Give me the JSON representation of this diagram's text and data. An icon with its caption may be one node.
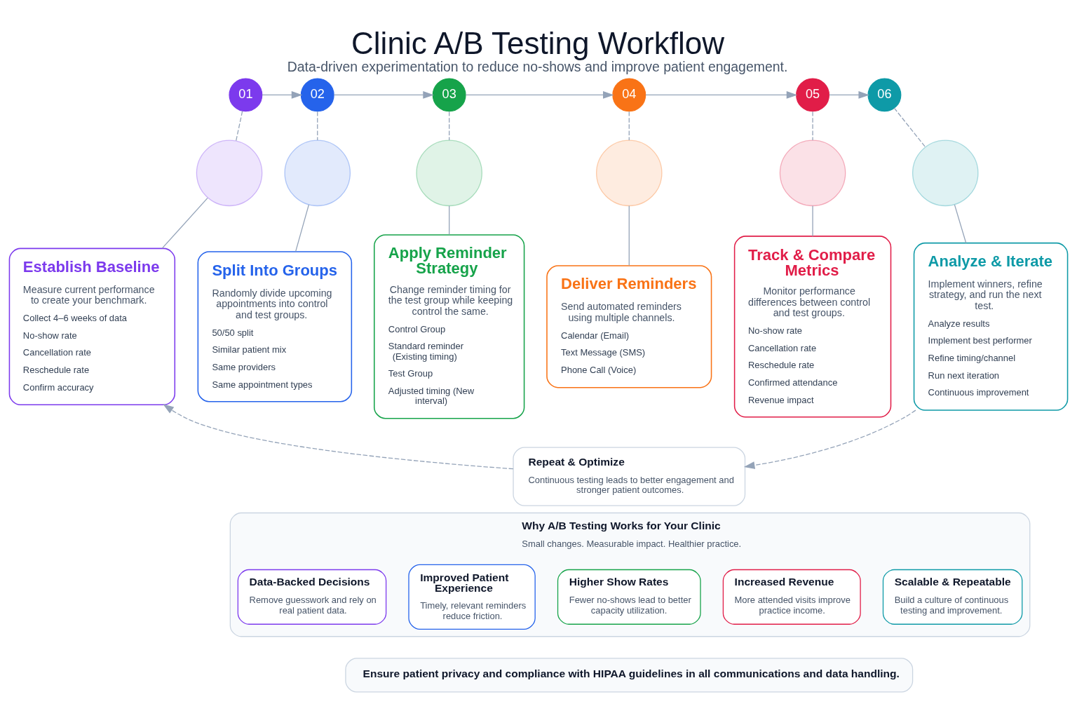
{
  "diagram": {
    "title": "Clinic A/B Testing Workflow",
    "caption": "Data-driven experimentation to reduce no-shows and improve patient engagement.",
    "nodes": [
      {
        "text": [
          "01"
        ]
      },
      {
        "text": [],
        "shape": "circle"
      },
      {
        "text": [
          "Establish Baseline",
          "Measure current performance to create your benchmark.",
          "Collect 4–6 weeks of data",
          "No-show rate",
          "Cancellation rate",
          "Reschedule rate",
          "Confirm accuracy"
        ]
      },
      {
        "text": [
          "02"
        ]
      },
      {
        "text": [],
        "shape": "circle"
      },
      {
        "text": [
          "Split Into Groups",
          "Randomly divide upcoming appointments into control and test groups.",
          "50/50 split",
          "Similar patient mix",
          "Same providers",
          "Same appointment types"
        ]
      },
      {
        "text": [
          "03"
        ]
      },
      {
        "text": [],
        "shape": "circle"
      },
      {
        "text": [
          "Apply Reminder Strategy",
          "Change reminder timing for the test group while keeping control the same.",
          "Control Group",
          "Standard reminder (Existing timing)",
          "Test Group",
          "Adjusted timing (New interval)"
        ]
      },
      {
        "text": [
          "04"
        ]
      },
      {
        "text": [],
        "shape": "circle"
      },
      {
        "text": [
          "Deliver Reminders",
          "Send automated reminders using multiple channels.",
          "Calendar (Email)",
          "Text Message (SMS)",
          "Phone Call (Voice)"
        ]
      },
      {
        "text": [
          "05"
        ]
      },
      {
        "text": [],
        "shape": "circle"
      },
      {
        "text": [
          "Track & Compare Metrics",
          "Monitor performance differences between control and test groups.",
          "No-show rate",
          "Cancellation rate",
          "Reschedule rate",
          "Confirmed attendance",
          "Revenue impact"
        ]
      },
      {
        "text": [
          "06"
        ]
      },
      {
        "text": [],
        "shape": "circle"
      },
      {
        "text": [
          "Analyze & Iterate",
          "Implement winners, refine strategy, and run the next test.",
          "Analyze results",
          "Implement best performer",
          "Refine timing/channel",
          "Run next iteration",
          "Continuous improvement"
        ]
      },
      {
        "text": [
          "Repeat & Optimize",
          "Continuous testing leads to better engagement and stronger patient outcomes."
        ]
      },
      {
        "text": [
          "Why A/B Testing Works for Your Clinic",
          "Small changes. Measurable impact. Healthier practice."
        ]
      },
      {
        "text": [
          "Data-Backed Decisions",
          "Remove guesswork and rely on real patient data."
        ],
        "in": 19
      },
      {
        "text": [
          "Improved Patient Experience",
          "Timely, relevant reminders reduce friction."
        ],
        "in": 19
      },
      {
        "text": [
          "Higher Show Rates",
          "Fewer no-shows lead to better capacity utilization."
        ],
        "in": 19
      },
      {
        "text": [
          "Increased Revenue",
          "More attended visits improve practice income."
        ],
        "in": 19
      },
      {
        "text": [
          "Scalable & Repeatable",
          "Build a culture of continuous testing and improvement."
        ],
        "in": 19
      },
      {
        "text": [
          "Ensure patient privacy and compliance with HIPAA guidelines in all communications and data handling."
        ]
      }
    ],
    "edges": [
      {
        "from": 0,
        "to": 3,
        "arrow": "to"
      },
      {
        "from": 3,
        "to": 6,
        "arrow": "to"
      },
      {
        "from": 6,
        "to": 9,
        "arrow": "to"
      },
      {
        "from": 9,
        "to": 12,
        "arrow": "to"
      },
      {
        "from": 12,
        "to": 15,
        "arrow": "to"
      },
      {
        "from": 0,
        "to": 1,
        "arrow": "none",
        "style": "dashed"
      },
      {
        "from": 1,
        "to": 2,
        "arrow": "none"
      },
      {
        "from": 3,
        "to": 4,
        "arrow": "none",
        "style": "dashed"
      },
      {
        "from": 4,
        "to": 5,
        "arrow": "none"
      },
      {
        "from": 6,
        "to": 7,
        "arrow": "none",
        "style": "dashed"
      },
      {
        "from": 7,
        "to": 8,
        "arrow": "none"
      },
      {
        "from": 9,
        "to": 10,
        "arrow": "none",
        "style": "dashed"
      },
      {
        "from": 10,
        "to": 11,
        "arrow": "none"
      },
      {
        "from": 12,
        "to": 13,
        "arrow": "none",
        "style": "dashed"
      },
      {
        "from": 13,
        "to": 14,
        "arrow": "none"
      },
      {
        "from": 15,
        "to": 16,
        "arrow": "none",
        "style": "dashed"
      },
      {
        "from": 16,
        "to": 17,
        "arrow": "none"
      },
      {
        "from": 17,
        "to": 18,
        "arrow": "to",
        "style": "dashed"
      },
      {
        "from": 18,
        "to": 2,
        "arrow": "to",
        "style": "dashed"
      }
    ]
  }
}
